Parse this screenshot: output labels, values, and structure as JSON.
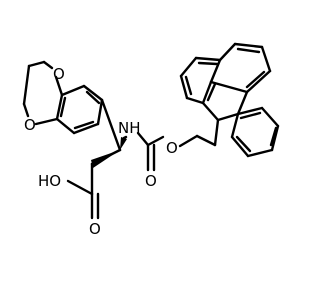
{
  "molecule": {
    "atoms": {
      "o1": "O",
      "o2": "O",
      "nh": "NH",
      "o_carbamate": "O",
      "o_carbonyl": "O",
      "ho": "HO",
      "o_acid": "O"
    }
  },
  "colors": {
    "bond": "#000000",
    "label": "#000000",
    "background": "#ffffff"
  }
}
